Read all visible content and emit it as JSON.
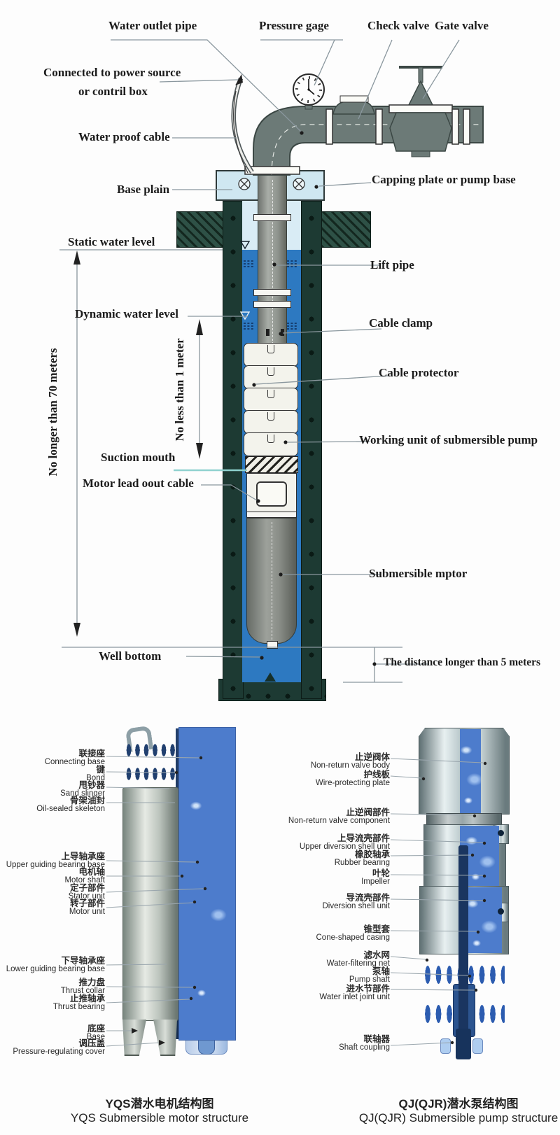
{
  "top_diagram": {
    "labels": {
      "water_outlet_pipe": "Water outlet pipe",
      "pressure_gage": "Pressure gage",
      "check_valve": "Check valve",
      "gate_valve": "Gate valve",
      "connected_power_line1": "Connected to power source",
      "connected_power_line2": "or contril box",
      "water_proof_cable": "Water proof cable",
      "base_plain": "Base plain",
      "capping_plate": "Capping plate or pump base",
      "static_water_level": "Static water level",
      "dynamic_water_level": "Dynamic water level",
      "lift_pipe": "Lift pipe",
      "cable_clamp": "Cable clamp",
      "cable_protector": "Cable protector",
      "working_unit": "Working unit of submersible pump",
      "suction_mouth": "Suction mouth",
      "motor_lead_cable": "Motor lead oout cable",
      "submersible_motor": "Submersible mptor",
      "well_bottom": "Well bottom",
      "distance_note": "The distance longer than 5 meters",
      "depth_limit": "No longer than 70 meters",
      "submergence_limit": "No less than 1 meter"
    }
  },
  "motor_diagram": {
    "caption_zh": "YQS潜水电机结构图",
    "caption_en": "YQS Submersible motor structure",
    "labels": [
      {
        "zh": "联接座",
        "en": "Connecting base"
      },
      {
        "zh": "键",
        "en": "Bond"
      },
      {
        "zh": "甩钞器",
        "en": "Sand slinger"
      },
      {
        "zh": "骨架油封",
        "en": "Oil-sealed skeleton"
      },
      {
        "zh": "上导轴承座",
        "en": "Upper guiding bearing base"
      },
      {
        "zh": "电机轴",
        "en": "Motor shaft"
      },
      {
        "zh": "定子部件",
        "en": "Stator unit"
      },
      {
        "zh": "转子部件",
        "en": "Motor unit"
      },
      {
        "zh": "下导轴承座",
        "en": "Lower guiding bearing base"
      },
      {
        "zh": "推力盘",
        "en": "Thrust collar"
      },
      {
        "zh": "止推轴承",
        "en": "Thrust bearing"
      },
      {
        "zh": "底座",
        "en": "Base"
      },
      {
        "zh": "调压盖",
        "en": "Pressure-regulating cover"
      }
    ]
  },
  "pump_diagram": {
    "caption_zh": "QJ(QJR)潜水泵结构图",
    "caption_en": "QJ(QJR) Submersible pump structure",
    "labels": [
      {
        "zh": "止逆阀体",
        "en": "Non-return valve body"
      },
      {
        "zh": "护线板",
        "en": "Wire-protecting plate"
      },
      {
        "zh": "止逆阀部件",
        "en": "Non-return valve component"
      },
      {
        "zh": "上导流壳部件",
        "en": "Upper diversion shell unit"
      },
      {
        "zh": "橡胶轴承",
        "en": "Rubber bearing"
      },
      {
        "zh": "叶轮",
        "en": "Impeller"
      },
      {
        "zh": "导流壳部件",
        "en": "Diversion shell unit"
      },
      {
        "zh": "锥型套",
        "en": "Cone-shaped casing"
      },
      {
        "zh": "滤水网",
        "en": "Water-filtering net"
      },
      {
        "zh": "泵轴",
        "en": "Pump shaft"
      },
      {
        "zh": "进水节部件",
        "en": "Water inlet joint unit"
      },
      {
        "zh": "联轴器",
        "en": "Shaft coupling"
      }
    ]
  },
  "colors": {
    "water_blue": "#2d79c1",
    "casing_dark": "#1d3a33",
    "pipe_gray": "#6c7a77",
    "cutaway_blue": "#4d7ccc"
  }
}
